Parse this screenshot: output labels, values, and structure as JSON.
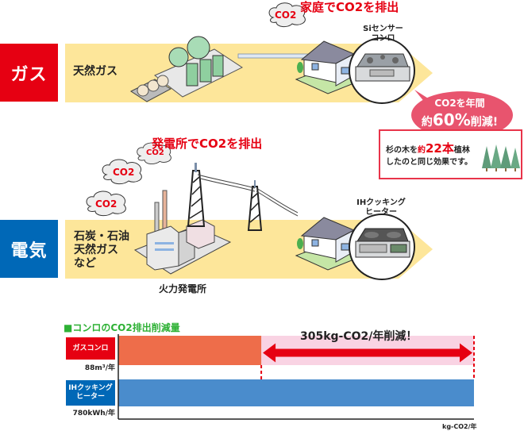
{
  "gas_section": {
    "label": "ガス",
    "label_color": "#e60012",
    "source_text": "天然ガス",
    "headline": "家庭でCO2を排出",
    "cloud_text": "CO2",
    "device_label_line1": "Siセンサー",
    "device_label_line2": "コンロ",
    "bubble_line1": "CO2を年間",
    "bubble_line2_prefix": "約",
    "bubble_line2_value": "60%",
    "bubble_line2_suffix": "削減!",
    "bubble_color": "#e8546e"
  },
  "tree_box": {
    "line1_prefix": "杉の木を",
    "line1_approx": "約",
    "line1_number": "22本",
    "line1_suffix": "植林",
    "line2": "したのと同じ効果です。"
  },
  "electric_section": {
    "label": "電気",
    "label_color": "#0068b7",
    "source_lines": [
      "石炭・石油",
      "天然ガス",
      "など"
    ],
    "headline": "発電所でCO2を排出",
    "cloud_texts": [
      "CO2",
      "CO2",
      "CO2"
    ],
    "plant_caption": "火力発電所",
    "device_label_line1": "IHクッキング",
    "device_label_line2": "ヒーター"
  },
  "band_color": "#fde69a",
  "chart_data": {
    "type": "bar",
    "orientation": "horizontal",
    "title": "■コンロのCO2排出削減量",
    "categories": [
      "ガスコンロ",
      "IHクッキングヒーター"
    ],
    "category_sublabels": [
      "88m³/年",
      "780kWh/年"
    ],
    "values": [
      205,
      510
    ],
    "colors": [
      "#ee6d4a",
      "#4a8ccc"
    ],
    "label_colors": [
      "#e60012",
      "#0068b7"
    ],
    "difference_label": "305kg-CO2/年削減！",
    "difference_value": 305,
    "unit_label": "kg-CO2/年",
    "xlim": [
      0,
      510
    ],
    "grid": false,
    "legend": "none"
  }
}
